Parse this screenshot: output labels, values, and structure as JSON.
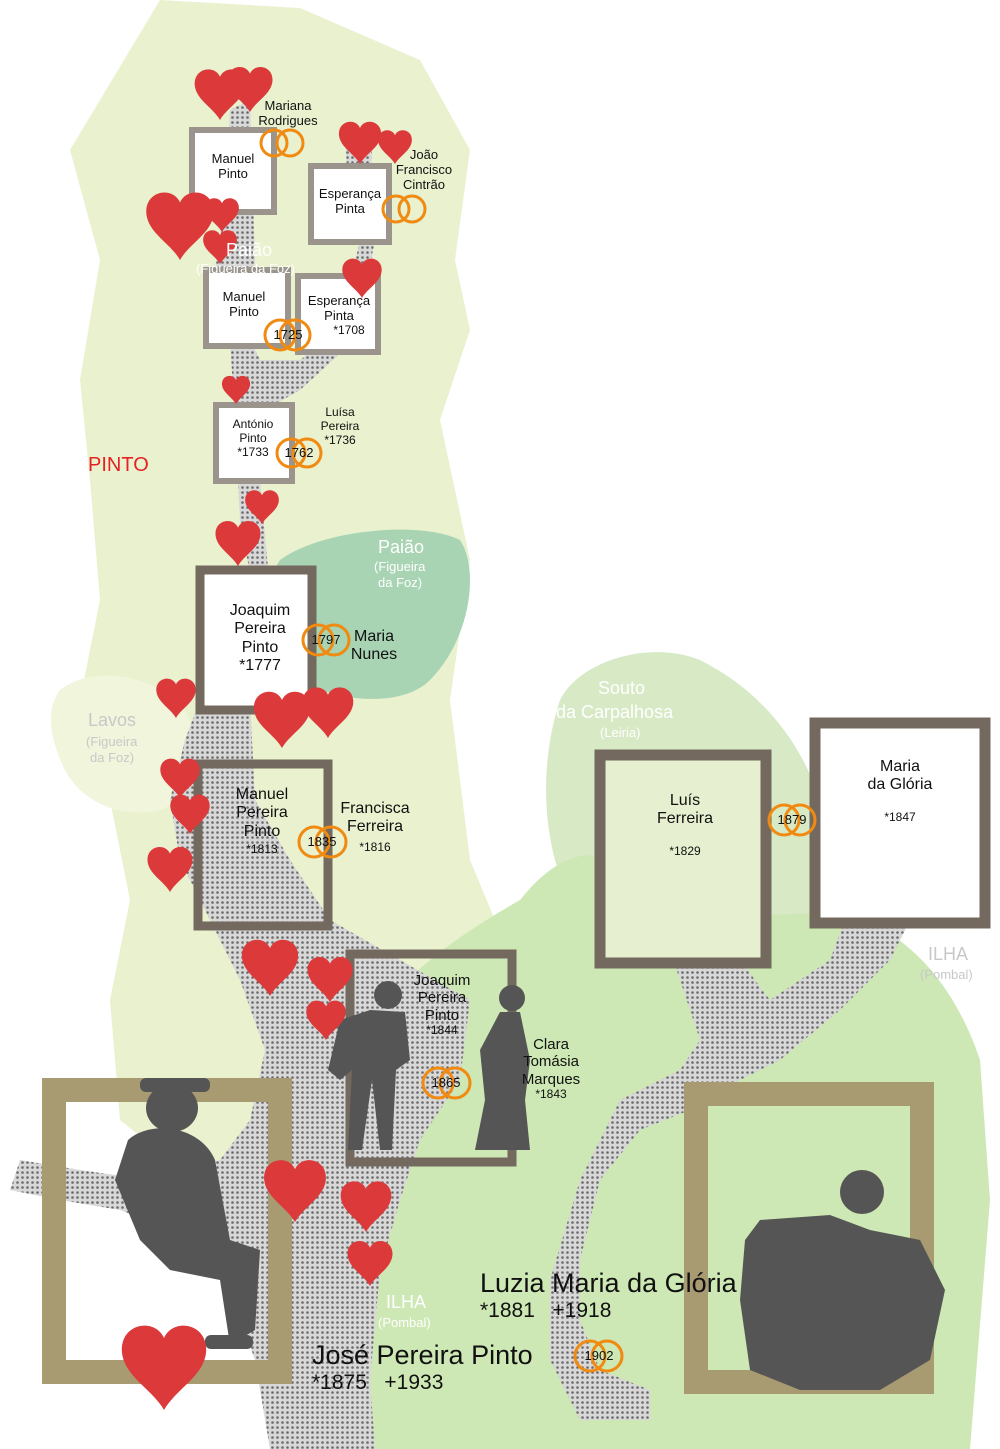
{
  "surname": "PINTO",
  "places": {
    "paiao_top": {
      "name": "Paião",
      "region": "(Figueira da Foz)"
    },
    "paiao": {
      "name": "Paião",
      "region_line1": "(Figueira",
      "region_line2": "da Foz)"
    },
    "lavos": {
      "name": "Lavos",
      "region_line1": "(Figueira",
      "region_line2": "da Foz)"
    },
    "souto": {
      "name_line1": "Souto",
      "name_line2": "da Carpalhosa",
      "region": "(Leiria)"
    },
    "ilha_right": {
      "name": "ILHA",
      "region": "(Pombal)"
    },
    "ilha_bottom": {
      "name": "ILHA",
      "region": "(Pombal)"
    }
  },
  "people": {
    "manuel_pinto_1": {
      "line1": "Manuel",
      "line2": "Pinto"
    },
    "mariana_rodrigues": {
      "line1": "Mariana",
      "line2": "Rodrigues"
    },
    "esperanca_pinta_1": {
      "line1": "Esperança",
      "line2": "Pinta"
    },
    "joao_cintrao": {
      "line1": "João",
      "line2": "Francisco",
      "line3": "Cintrão"
    },
    "manuel_pinto_2": {
      "line1": "Manuel",
      "line2": "Pinto"
    },
    "esperanca_pinta_2": {
      "line1": "Esperança",
      "line2": "Pinta",
      "birth": "*1708"
    },
    "antonio_pinto": {
      "line1": "António",
      "line2": "Pinto",
      "birth": "*1733"
    },
    "luisa_pereira": {
      "line1": "Luísa",
      "line2": "Pereira",
      "birth": "*1736"
    },
    "joaquim_1777": {
      "line1": "Joaquim",
      "line2": "Pereira",
      "line3": "Pinto",
      "birth": "*1777"
    },
    "maria_nunes": {
      "line1": "Maria",
      "line2": "Nunes"
    },
    "manuel_1813": {
      "line1": "Manuel",
      "line2": "Pereira",
      "line3": "Pinto",
      "birth": "*1813"
    },
    "francisca_ferreira": {
      "line1": "Francisca",
      "line2": "Ferreira",
      "birth": "*1816"
    },
    "joaquim_1844": {
      "line1": "Joaquim",
      "line2": "Pereira",
      "line3": "Pinto",
      "birth": "*1844"
    },
    "clara_marques": {
      "line1": "Clara",
      "line2": "Tomásia",
      "line3": "Marques",
      "birth": "*1843"
    },
    "luis_ferreira": {
      "line1": "Luís",
      "line2": "Ferreira",
      "birth": "*1829"
    },
    "maria_gloria": {
      "line1": "Maria",
      "line2": "da Glória",
      "birth": "*1847"
    },
    "luzia": {
      "name": "Luzia Maria da Glória",
      "dates": "*1881   +1918"
    },
    "jose": {
      "name": "José Pereira Pinto",
      "dates": "*1875   +1933"
    }
  },
  "marriages": {
    "m1725": "1725",
    "m1762": "1762",
    "m1797": "1797",
    "m1835": "1835",
    "m1865": "1865",
    "m1879": "1879",
    "m1902": "1902"
  },
  "colors": {
    "background": "#ffffff",
    "region_light": "#eaf1cf",
    "region_paiao": "#a8d4b4",
    "region_souto": "#d8e9c6",
    "region_ilha": "#cde8b4",
    "frame_brown": "#73695e",
    "frame_grey": "#9a948c",
    "frame_tan": "#a89b72",
    "heart_red": "#dc3a3a",
    "ring_orange": "#f08a10",
    "silhouette": "#555555",
    "surname_red": "#e52222"
  }
}
